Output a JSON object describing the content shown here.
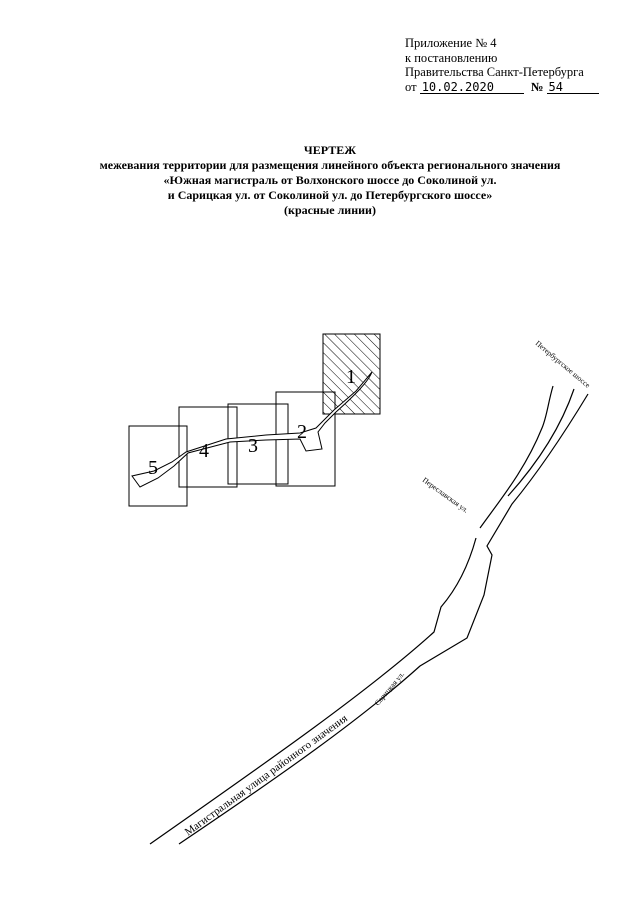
{
  "header": {
    "appendix": "Приложение № 4",
    "to_resolution": "к постановлению",
    "government": "Правительства Санкт-Петербурга",
    "from_label": "от",
    "date": "10.02.2020",
    "number_label": "№",
    "number": "54"
  },
  "title": {
    "heading": "ЧЕРТЕЖ",
    "line1": "межевания территории для размещения линейного объекта регионального значения",
    "line2": "«Южная магистраль от Волхонского шоссе до Соколиной ул.",
    "line3": "и Сарицкая ул. от Соколиной ул. до Петербургского шоссе»",
    "line4": "(красные линии)"
  },
  "map": {
    "sheets": [
      "1",
      "2",
      "3",
      "4",
      "5"
    ],
    "labels": {
      "petersburg_highway": "Петербургское шоссе",
      "pereslavskaya": "Переславская ул.",
      "saritskaya": "Сарицкая ул.",
      "main_street": "Магистральная улица районного значения"
    }
  }
}
